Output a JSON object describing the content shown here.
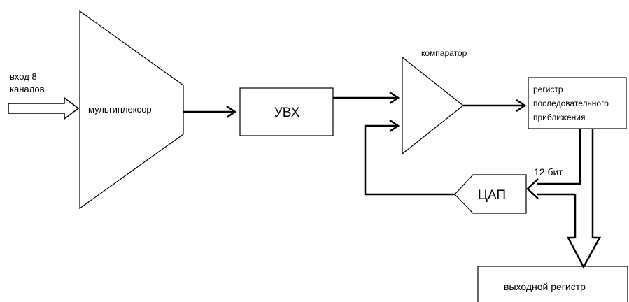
{
  "input": {
    "line1": "вход 8",
    "line2": "каналов"
  },
  "multiplexer": {
    "label": "мультиплексор"
  },
  "sample_hold": {
    "label": "УВХ"
  },
  "comparator": {
    "label": "компаратор"
  },
  "sar_register": {
    "line1": "регистр",
    "line2": "последовательного",
    "line3": "приближения"
  },
  "bits_label": "12 бит",
  "dac": {
    "label": "ЦАП"
  },
  "output_register": {
    "label": "выходной регистр"
  },
  "colors": {
    "stroke": "#000000",
    "background": "#ffffff"
  }
}
